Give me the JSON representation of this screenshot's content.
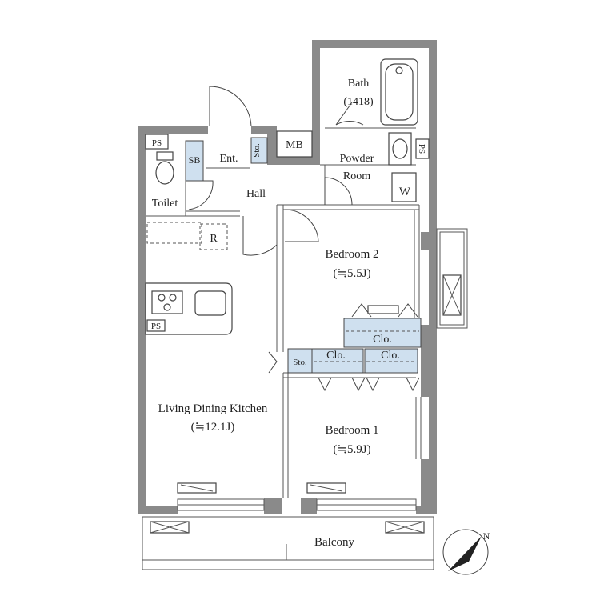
{
  "colors": {
    "wall": "#8a8a8a",
    "storage": "#cfe0ef",
    "line": "#444444",
    "background": "#ffffff"
  },
  "rooms": {
    "bath": {
      "name": "Bath",
      "size": "(1418)"
    },
    "powder_room": {
      "line1": "Powder",
      "line2": "Room"
    },
    "washer": "W",
    "meter_box": "MB",
    "ps_bath": "PS",
    "ps_toilet": "PS",
    "ps_kitchen": "PS",
    "sb": "SB",
    "entrance": "Ent.",
    "entrance_storage": "Sto.",
    "toilet": "Toilet",
    "hall": "Hall",
    "refrigerator": "R",
    "bedroom2": {
      "name": "Bedroom 2",
      "size": "(≒5.5J)"
    },
    "closet_bedroom2": "Clo.",
    "storage_ldk": "Sto.",
    "closet_left": "Clo.",
    "closet_right": "Clo.",
    "ldk": {
      "name": "Living Dining Kitchen",
      "size": "(≒12.1J)"
    },
    "bedroom1": {
      "name": "Bedroom 1",
      "size": "(≒5.9J)"
    },
    "balcony": "Balcony"
  },
  "compass": {
    "north_label": "N",
    "icon": "north-arrow-icon"
  }
}
